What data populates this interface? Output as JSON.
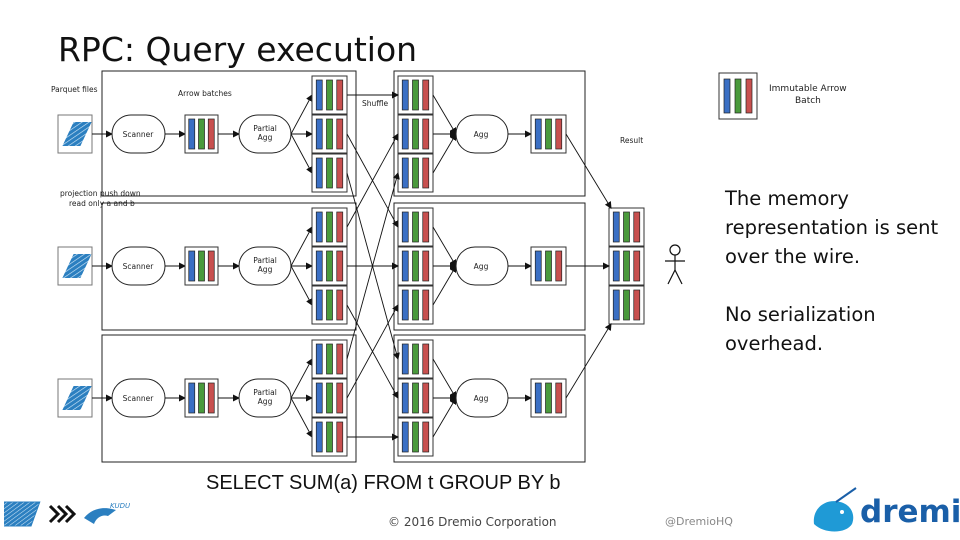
{
  "title": "RPC: Query execution",
  "labels": {
    "parquet_files": "Parquet files",
    "arrow_batches": "Arrow batches",
    "shuffle": "Shuffle",
    "result": "Result",
    "projection_line1": "projection push down",
    "projection_line2": "read only a and b",
    "scanner": "Scanner",
    "partial_agg_line1": "Partial",
    "partial_agg_line2": "Agg",
    "agg": "Agg"
  },
  "legend": {
    "line1": "Immutable Arrow",
    "line2": "Batch"
  },
  "callout": {
    "line1": "The memory representation is sent over the wire.",
    "line2": "No serialization overhead."
  },
  "sql": "SELECT SUM(a) FROM t GROUP BY b",
  "footer": {
    "copyright": "© 2016 Dremio Corporation",
    "handle": "@DremioHQ",
    "brand": "dremio"
  },
  "colors": {
    "blue": "#3a6fc4",
    "green": "#4a9a3c",
    "red": "#c8504f",
    "parquet": "#2b7fc0",
    "brand": "#1a5fa8"
  }
}
